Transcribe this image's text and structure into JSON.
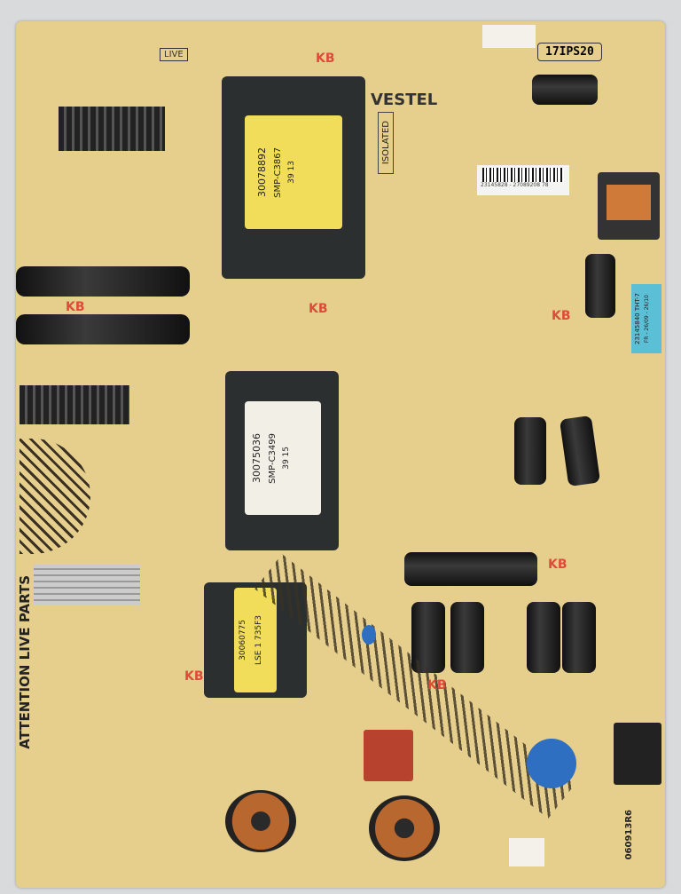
{
  "board": {
    "model": "17IPS20",
    "brand": "VESTEL",
    "isolated": "ISOLATED",
    "live": "LIVE",
    "warning": "ATTENTION LIVE PARTS",
    "barcode_text": "23145828 - 27089208  78",
    "sticker_line1": "23145840 THT-7",
    "sticker_line2": "FR - 26/09 - 26/10",
    "revision": "060913R6",
    "marker": "KB"
  },
  "transformers": [
    {
      "part": "30078892",
      "type": "SMP-C3867",
      "date": "39 13"
    },
    {
      "part": "30075036",
      "type": "SMP-C3499",
      "date": "39 15"
    },
    {
      "part": "30060775",
      "type": "LSE 1 735F3"
    }
  ],
  "colors": {
    "board": "#e6cf8c",
    "marker": "#e04a3a",
    "sticker": "#5bbfd6"
  }
}
